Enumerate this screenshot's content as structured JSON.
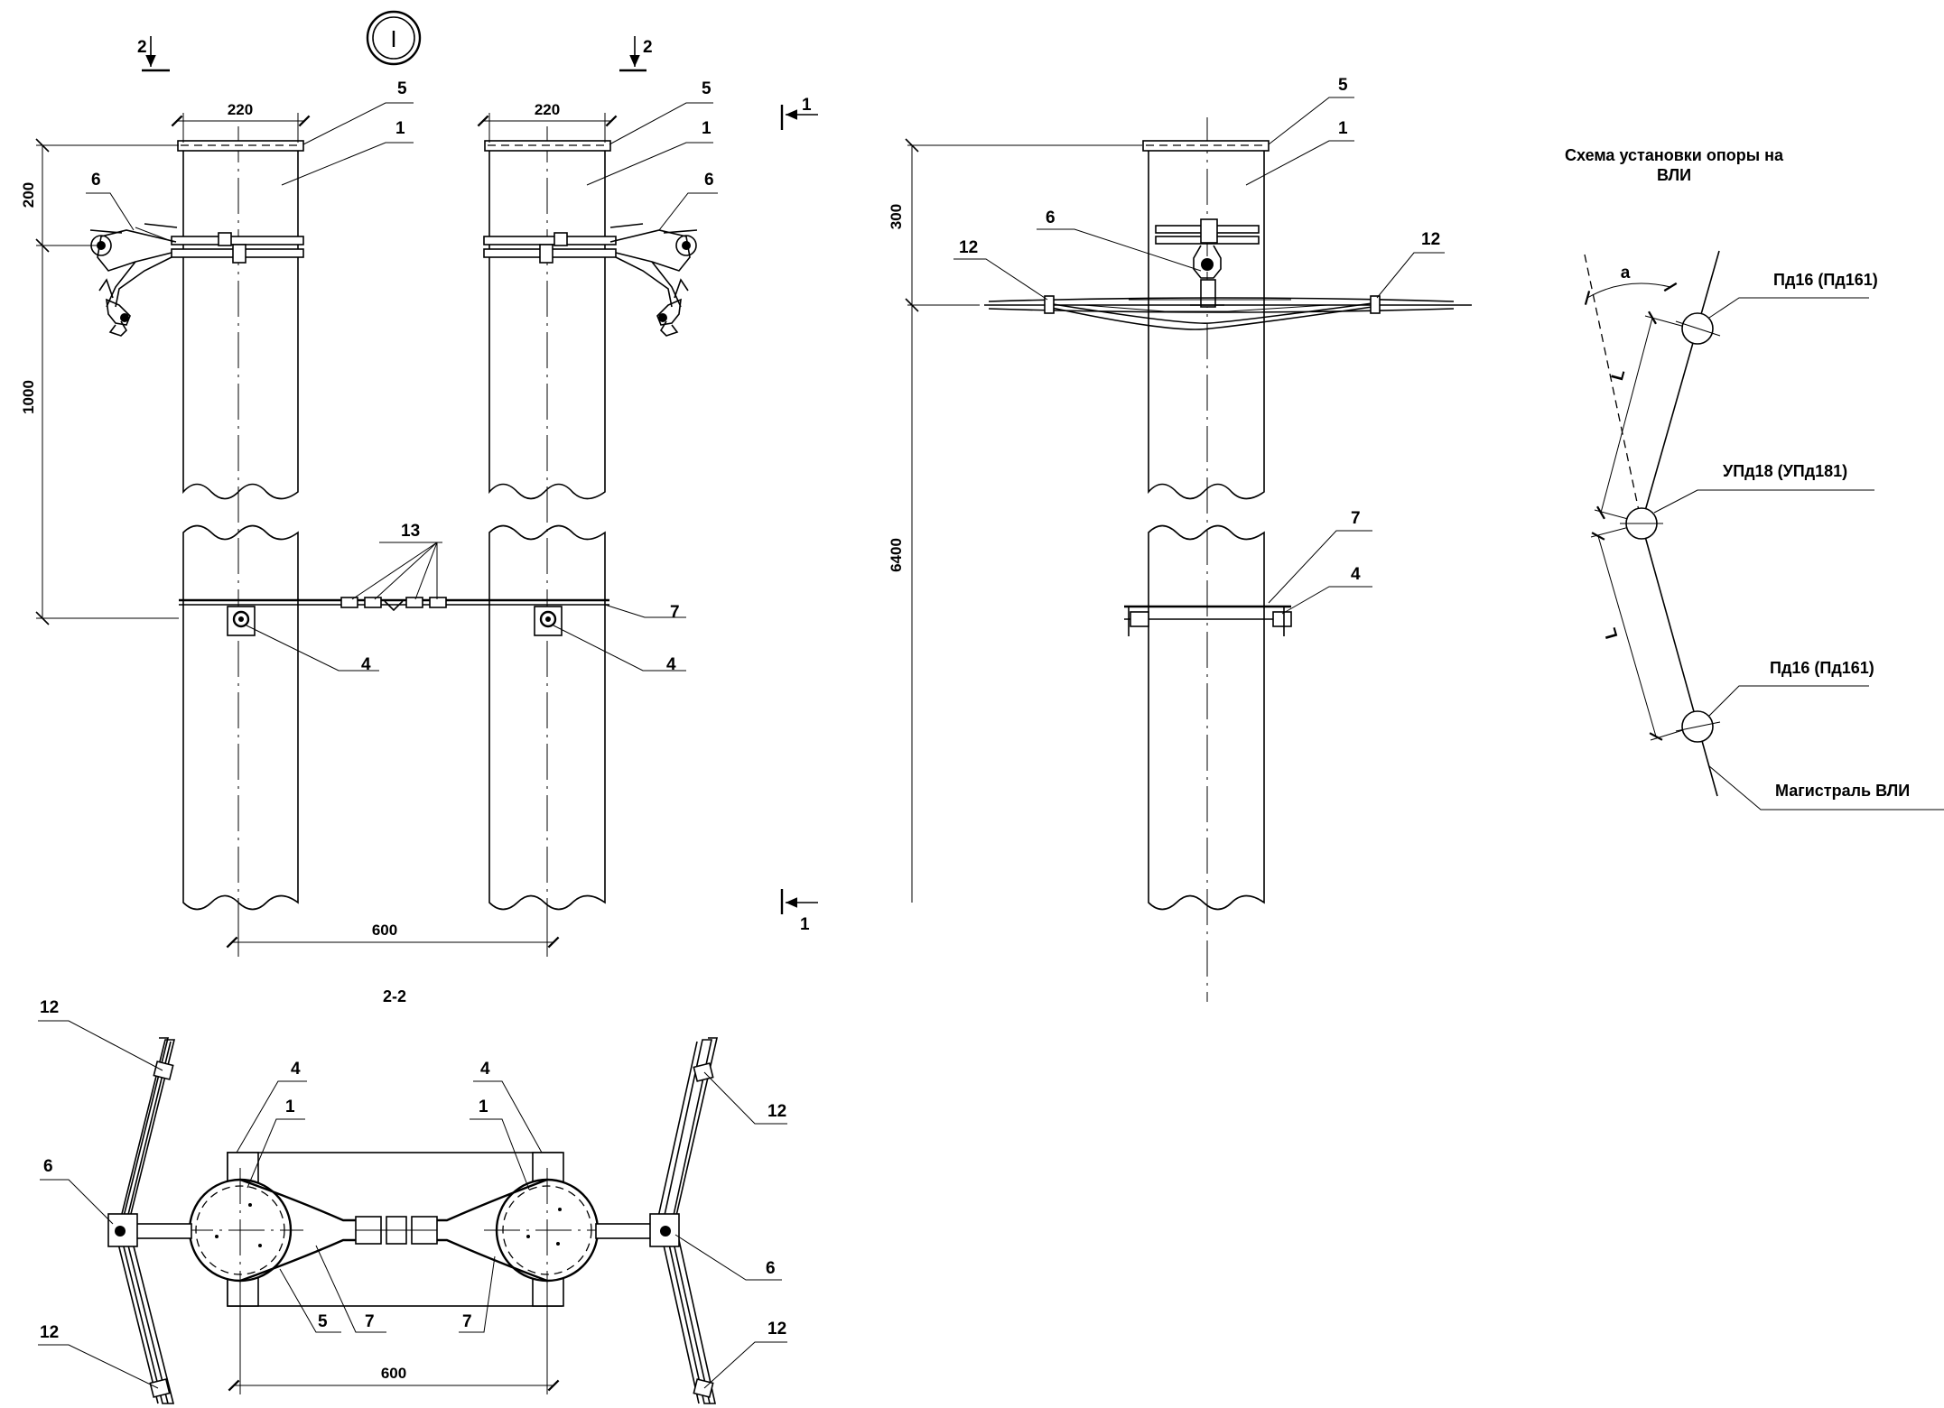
{
  "view_title": "I",
  "section_2_2_title": "2-2",
  "section_marks": {
    "two": "2",
    "one": "1"
  },
  "dimensions": {
    "pole_width": "220",
    "top_to_clamp": "200",
    "clamp_to_band": "1000",
    "pole_spacing": "600",
    "side_top": "300",
    "side_height": "6400"
  },
  "item_labels": {
    "pole": "1",
    "bolt": "4",
    "cap": "5",
    "clamp": "6",
    "band": "7",
    "cable_tie": "12",
    "band_clips": "13"
  },
  "scheme": {
    "title_line1": "Схема установки опоры на",
    "title_line2": "ВЛИ",
    "angle_label": "a",
    "length_label": "L",
    "top_support": "Пд16 (Пд161)",
    "middle_support": "УПд18 (УПд181)",
    "bottom_support": "Пд16 (Пд161)",
    "main_line": "Магистраль ВЛИ"
  }
}
